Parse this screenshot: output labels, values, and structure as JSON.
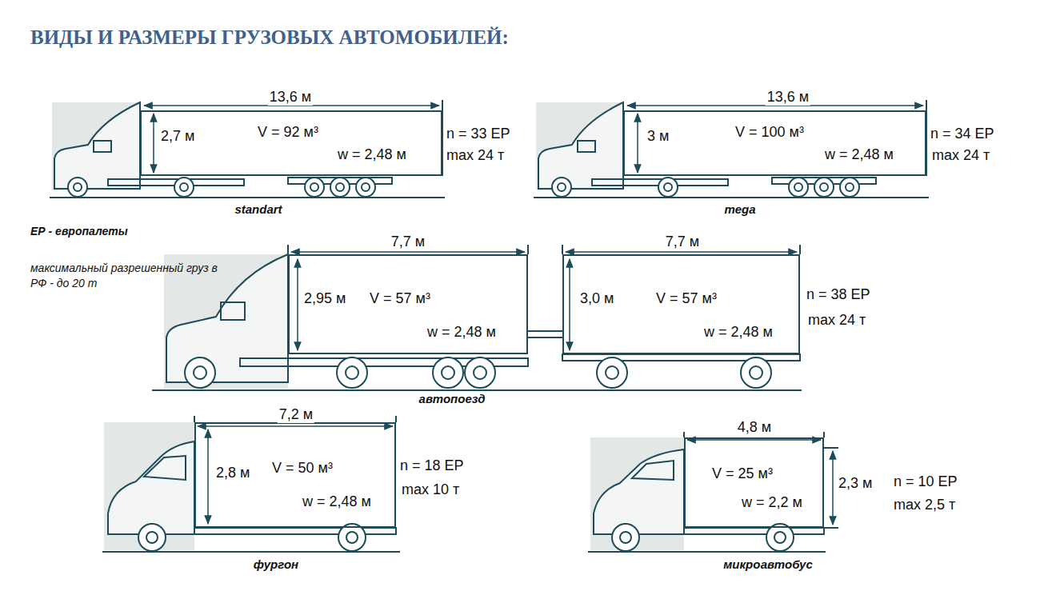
{
  "diagram": {
    "title": "ВИДЫ И РАЗМЕРЫ ГРУЗОВЫХ АВТОМОБИЛЕЙ:",
    "nodes": [
      {
        "text": [
          "2,7 м",
          "V = 92 м³",
          "w = 2,48 м"
        ]
      },
      {
        "text": [
          "3 м",
          "V = 100 м³",
          "w = 2,48 м"
        ]
      },
      {
        "text": [
          "2,95 м",
          "V = 57 м³",
          "w = 2,48 м"
        ]
      },
      {
        "text": [
          "3,0 м",
          "V = 57 м³",
          "w = 2,48 м"
        ]
      },
      {
        "text": [
          "2,8 м",
          "V = 50 м³",
          "w = 2,48 м"
        ]
      },
      {
        "text": [
          "V = 25 м³",
          "w = 2,2 м"
        ]
      }
    ],
    "edges": [
      {
        "from": 2,
        "to": 3,
        "arrow": "none"
      }
    ],
    "labels": [
      "13,6 м",
      "n = 33 ЕР",
      "max 24 т",
      "standart",
      "13,6 м",
      "n = 34 ЕР",
      "max 24 т",
      "mega",
      "ЕР - европалеты",
      "максимальный разрешенный груз в РФ - до 20 т",
      "7,7 м",
      "7,7 м",
      "n = 38 ЕР",
      "max 24 т",
      "автопоезд",
      "7,2 м",
      "n = 18 ЕР",
      "max 10 т",
      "фургон",
      "4,8 м",
      "2,3 м",
      "n = 10 ЕР",
      "max 2,5 т",
      "микроавтобус"
    ]
  }
}
